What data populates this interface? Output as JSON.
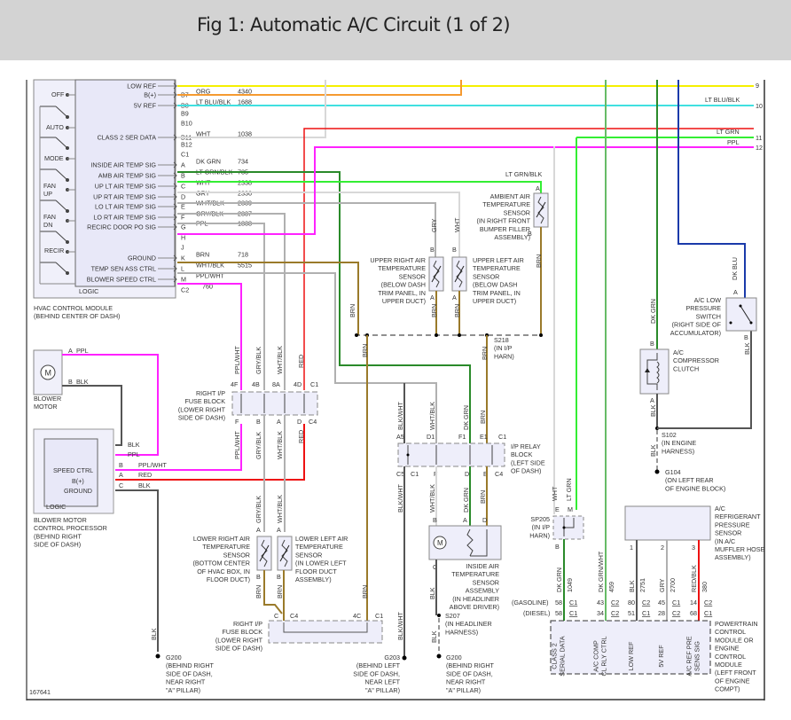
{
  "title": "Fig 1: Automatic A/C Circuit (1 of 2)",
  "figure_id": "167641",
  "colors": {
    "yellow": "#f5f000",
    "orange": "#f59a30",
    "lt_blu_blk": "#40e0e0",
    "wht": "#d8d8d8",
    "dk_grn": "#2a8a2a",
    "lt_grn": "#33ee33",
    "gry": "#b0b0b0",
    "ppl": "#ff22ff",
    "brn": "#9a7a2a",
    "red": "#ee1111",
    "blk": "#555555",
    "dk_blu": "#1a3aaa",
    "dk_grn_wht": "#66bb66"
  },
  "hvac_module": {
    "label": "HVAC CONTROL MODULE",
    "location": "(BEHIND CENTER OF DASH)",
    "logic_label": "LOGIC",
    "switches": [
      "OFF",
      "AUTO",
      "MODE",
      "FAN UP",
      "FAN DN",
      "RECIR"
    ],
    "pins": [
      {
        "signal": "LOW REF",
        "pin": "",
        "color": "",
        "circuit": ""
      },
      {
        "signal": "B(+)",
        "pin": "B7",
        "color": "ORG",
        "circuit": "4340"
      },
      {
        "signal": "5V REF",
        "pin": "B8",
        "color": "LT BLU/BLK",
        "circuit": "1688"
      },
      {
        "signal": "",
        "pin": "B9",
        "color": "",
        "circuit": ""
      },
      {
        "signal": "",
        "pin": "B10",
        "color": "",
        "circuit": ""
      },
      {
        "signal": "CLASS 2 SER DATA",
        "pin": "B11",
        "color": "WHT",
        "circuit": "1038"
      },
      {
        "signal": "",
        "pin": "B12",
        "color": "",
        "circuit": ""
      },
      {
        "signal": "",
        "pin": "C1",
        "color": "",
        "circuit": ""
      },
      {
        "signal": "INSIDE AIR TEMP SIG",
        "pin": "A",
        "color": "DK GRN",
        "circuit": "734"
      },
      {
        "signal": "AMB AIR TEMP SIG",
        "pin": "B",
        "color": "LT GRN/BLK",
        "circuit": "735"
      },
      {
        "signal": "UP LT AIR TEMP SIG",
        "pin": "C",
        "color": "WHT",
        "circuit": "2338"
      },
      {
        "signal": "UP RT AIR TEMP SIG",
        "pin": "D",
        "color": "GRY",
        "circuit": "2336"
      },
      {
        "signal": "LO LT AIR TEMP SIG",
        "pin": "E",
        "color": "WHT/BLK",
        "circuit": "2339"
      },
      {
        "signal": "LO RT AIR TEMP SIG",
        "pin": "F",
        "color": "GRY/BLK",
        "circuit": "2337"
      },
      {
        "signal": "RECIRC DOOR PO SIG",
        "pin": "G",
        "color": "PPL",
        "circuit": "1838"
      },
      {
        "signal": "",
        "pin": "H",
        "color": "",
        "circuit": ""
      },
      {
        "signal": "",
        "pin": "J",
        "color": "",
        "circuit": ""
      },
      {
        "signal": "GROUND",
        "pin": "K",
        "color": "BRN",
        "circuit": "718"
      },
      {
        "signal": "TEMP SEN ASS CTRL",
        "pin": "L",
        "color": "WHT/BLK",
        "circuit": "5515"
      },
      {
        "signal": "BLOWER SPEED CTRL",
        "pin": "M",
        "color": "PPL/WHT",
        "circuit": ""
      },
      {
        "signal": "",
        "pin": "C2",
        "color": "",
        "circuit": "760"
      }
    ]
  },
  "offpage": [
    {
      "num": "9",
      "color": ""
    },
    {
      "num": "10",
      "color": "LT BLU/BLK"
    },
    {
      "num": "11",
      "color": "LT GRN"
    },
    {
      "num": "12",
      "color": "PPL"
    }
  ],
  "blower_motor": {
    "label": "BLOWER\nMOTOR",
    "pin_a": "A",
    "wire_a": "PPL",
    "pin_b": "B",
    "wire_b": "BLK"
  },
  "blower_processor": {
    "label": "BLOWER MOTOR\nCONTROL PROCESSOR\n(BEHIND RIGHT\nSIDE OF DASH)",
    "logic_label": "LOGIC",
    "wires_top": [
      "BLK",
      "PPL"
    ],
    "pins": [
      {
        "signal": "SPEED CTRL",
        "pin": "B",
        "color": "PPL/WHT"
      },
      {
        "signal": "B(+)",
        "pin": "A",
        "color": "RED"
      },
      {
        "signal": "GROUND",
        "pin": "C",
        "color": "BLK"
      }
    ]
  },
  "fuse_block_upper": {
    "label": "RIGHT I/P\nFUSE BLOCK\n(LOWER RIGHT\nSIDE OF DASH)",
    "top_pins": [
      "4F",
      "4B",
      "8A",
      "4D",
      "C1"
    ],
    "bottom_pins": [
      "F",
      "B",
      "A",
      "D",
      "C4"
    ],
    "wires_above": [
      "PPL/WHT",
      "GRY/BLK",
      "WHT/BLK",
      "RED"
    ],
    "wires_below": [
      "PPL/WHT",
      "GRY/BLK",
      "WHT/BLK",
      "RED"
    ]
  },
  "fuse_block_lower": {
    "label": "RIGHT I/P\nFUSE BLOCK\n(LOWER RIGHT\nSIDE OF DASH)",
    "pins": [
      "C",
      "C4",
      "4C",
      "C1"
    ]
  },
  "sensors": {
    "lower_right": {
      "label": "LOWER RIGHT AIR\nTEMPERATURE\nSENSOR\n(BOTTOM CENTER\nOF HVAC BOX, IN\nFLOOR DUCT)",
      "top_pin": "A",
      "bottom_pin": "B",
      "wire_top": "GRY/BLK",
      "wire_bottom": "BRN"
    },
    "lower_left": {
      "label": "LOWER LEFT AIR\nTEMPERATURE\nSENSOR\n(IN LOWER LEFT\nFLOOR DUCT\nASSEMBLY)",
      "top_pin": "A",
      "bottom_pin": "B",
      "wire_top": "WHT/BLK",
      "wire_bottom": "BRN"
    },
    "upper_right": {
      "label": "UPPER RIGHT AIR\nTEMPERATURE\nSENSOR\n(BELOW DASH\nTRIM PANEL, IN\nUPPER DUCT)",
      "top_pin": "B",
      "bottom_pin": "A",
      "wire_top": "GRY",
      "wire_bottom": "BRN"
    },
    "upper_left": {
      "label": "UPPER LEFT AIR\nTEMPERATURE\nSENSOR\n(BELOW DASH\nTRIM PANEL, IN\nUPPER DUCT)",
      "top_pin": "B",
      "bottom_pin": "A",
      "wire_top": "WHT",
      "wire_bottom": "BRN"
    },
    "ambient": {
      "label": "AMBIENT AIR\nTEMPERATURE\nSENSOR\n(IN RIGHT FRONT\nBUMPER FILLER\nASSEMBLY)",
      "top_pin": "A",
      "bottom_pin": "B",
      "wire_top": "LT GRN/BLK",
      "wire_bottom": "BRN"
    },
    "inside": {
      "label": "INSIDE AIR\nTEMPERATURE\nSENSOR\nASSEMBLY\n(IN HEADLINER\nABOVE DRIVER)",
      "pins": [
        "B",
        "A",
        "D",
        "C"
      ],
      "wires": [
        "WHT/BLK",
        "DK GRN",
        "BRN",
        "BLK"
      ]
    }
  },
  "splices": {
    "s218": {
      "label": "S218\n(IN I/P\nHARN)",
      "wire": "BRN"
    },
    "s207": {
      "label": "S207\n(IN HEADLINER\nHARNESS)",
      "wire": "BLK"
    },
    "s102": {
      "label": "S102\n(IN ENGINE\nHARNESS)",
      "wire": "BLK"
    },
    "sp205": {
      "label": "SP205\n(IN I/P\nHARN)",
      "pins": [
        "E",
        "M",
        "B"
      ],
      "wires": [
        "WHT",
        "LT GRN"
      ]
    }
  },
  "relay_block": {
    "label": "I/P RELAY\nBLOCK\n(LEFT SIDE\nOF DASH)",
    "top_pins": [
      "A5",
      "D1",
      "F1",
      "E1",
      "C1"
    ],
    "bottom_pins": [
      "C5",
      "C1",
      "F",
      "D",
      "E",
      "C4"
    ],
    "wires": [
      "BLK/WHT",
      "WHT/BLK",
      "DK GRN",
      "BRN"
    ]
  },
  "grounds": [
    {
      "id": "G200",
      "label": "G200\n(BEHIND RIGHT\nSIDE OF DASH,\nNEAR RIGHT\n\"A\" PILLAR)",
      "wire": "BLK"
    },
    {
      "id": "G203",
      "label": "G203\n(BEHIND LEFT\nSIDE OF DASH,\nNEAR LEFT\n\"A\" PILLAR)",
      "wire": "BLK/WHT"
    },
    {
      "id": "G200b",
      "label": "G200\n(BEHIND RIGHT\nSIDE OF DASH,\nNEAR RIGHT\n\"A\" PILLAR)",
      "wire": "BLK"
    },
    {
      "id": "G104",
      "label": "G104\n(ON LEFT REAR\nOF ENGINE BLOCK)",
      "wire": "BLK"
    }
  ],
  "compressor_clutch": {
    "label": "A/C\nCOMPRESSOR\nCLUTCH",
    "top_pin": "B",
    "bottom_pin": "A",
    "wire_top": "DK GRN",
    "wire_bottom": "BLK"
  },
  "low_pressure_switch": {
    "label": "A/C LOW\nPRESSURE\nSWITCH\n(RIGHT SIDE OF\nACCUMULATOR)",
    "top_pin": "A",
    "bottom_pin": "B",
    "wire_top": "DK BLU",
    "wire_bottom": "BLK"
  },
  "pressure_sensor": {
    "label": "A/C\nREFRIGERANT\nPRESSURE\nSENSOR\n(IN A/C\nMUFFLER HOSE\nASSEMBLY)",
    "pins": [
      "1",
      "2",
      "3"
    ]
  },
  "pcm": {
    "label": "POWERTRAIN\nCONTROL\nMODULE OR\nENGINE\nCONTROL\nMODULE\n(LEFT FRONT\nOF ENGINE\nCOMPT)",
    "row_labels": [
      "(GASOLINE)",
      "(DIESEL)"
    ],
    "columns": [
      {
        "wire": "DK GRN",
        "circuit": "1049",
        "gas_pin": "58",
        "gas_conn": "C1",
        "diesel_pin": "58",
        "diesel_conn": "C1",
        "signal": "CLASS 2\nSERIAL DATA"
      },
      {
        "wire": "DK GRN/WHT",
        "circuit": "459",
        "gas_pin": "43",
        "gas_conn": "C2",
        "diesel_pin": "34",
        "diesel_conn": "C2",
        "signal": "A/C COMP\nCL RLY CTRL"
      },
      {
        "wire": "BLK",
        "circuit": "2751",
        "gas_pin": "80",
        "gas_conn": "C2",
        "diesel_pin": "51",
        "diesel_conn": "C1",
        "signal": "LOW REF"
      },
      {
        "wire": "GRY",
        "circuit": "2700",
        "gas_pin": "45",
        "gas_conn": "C1",
        "diesel_pin": "28",
        "diesel_conn": "C2",
        "signal": "5V REF"
      },
      {
        "wire": "RED/BLK",
        "circuit": "380",
        "gas_pin": "14",
        "gas_conn": "C2",
        "diesel_pin": "68",
        "diesel_conn": "C1",
        "signal": "A/C REF PRE\nSENS SIG"
      }
    ]
  },
  "misc_labels": {
    "brn": "BRN",
    "blk": "BLK",
    "blk_wht": "BLK/WHT",
    "dk_grn": "DK GRN",
    "dk_blu": "DK BLU",
    "wht": "WHT",
    "lt_grn": "LT GRN",
    "dk_grn_wht": "DK GRN/WHT",
    "ppl_wht": "PPL/WHT",
    "gry_blk": "GRY/BLK",
    "wht_blk": "WHT/BLK",
    "red": "RED",
    "gry": "GRY",
    "red_blk": "RED/BLK"
  }
}
